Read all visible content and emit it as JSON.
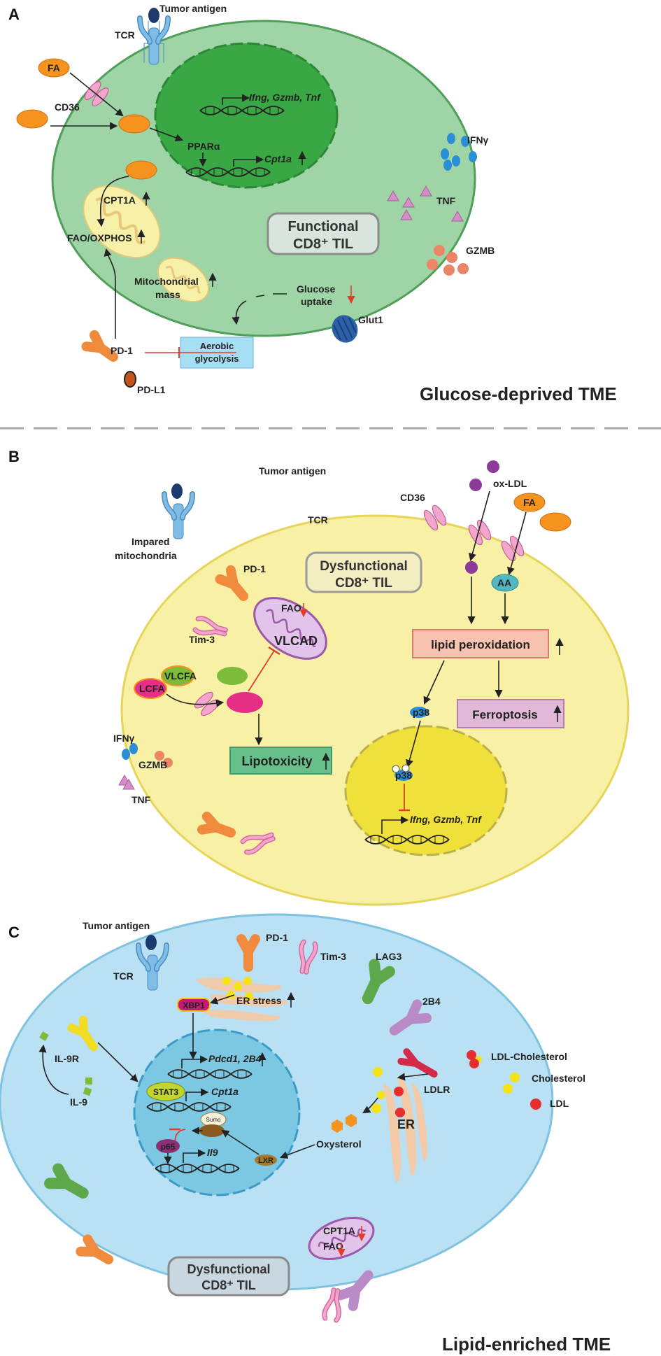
{
  "panels": {
    "a": "A",
    "b": "B",
    "c": "C"
  },
  "tme": {
    "a": "Glucose-deprived TME",
    "c": "Lipid-enriched TME"
  },
  "panel_a": {
    "tumor_antigen": "Tumor antigen",
    "tcr": "TCR",
    "fa": "FA",
    "cd36": "CD36",
    "genes_top": "Ifng, Gzmb, Tnf",
    "ppara": "PPARα",
    "cpt1a_gene": "Cpt1a",
    "cpt1a": "CPT1A",
    "fao_oxphos": "FAO/OXPHOS",
    "mito_mass_1": "Mitochondrial",
    "mito_mass_2": "mass",
    "cell_label_1": "Functional",
    "cell_label_2": "CD8⁺ TIL",
    "glucose_1": "Glucose",
    "glucose_2": "uptake",
    "glut1": "Glut1",
    "pd1": "PD-1",
    "pdl1": "PD-L1",
    "aerobic_1": "Aerobic",
    "aerobic_2": "glycolysis",
    "ifng": "IFNγ",
    "tnf": "TNF",
    "gzmb": "GZMB"
  },
  "panel_b": {
    "tumor_antigen": "Tumor antigen",
    "tcr": "TCR",
    "cd36": "CD36",
    "oxldl": "ox-LDL",
    "fa": "FA",
    "aa": "AA",
    "impared_1": "Impared",
    "impared_2": "mitochondria",
    "pd1": "PD-1",
    "tim3": "Tim-3",
    "fao": "FAO",
    "vlcad": "VLCAD",
    "cell_label_1": "Dysfunctional",
    "cell_label_2": "CD8⁺ TIL",
    "lipid_perox": "lipid peroxidation",
    "ferroptosis": "Ferroptosis",
    "lcfa": "LCFA",
    "vlcfa": "VLCFA",
    "lipotoxicity": "Lipotoxicity",
    "p38": "p38",
    "p38_nuc": "p38",
    "genes": "Ifng, Gzmb, Tnf",
    "ifng": "IFNγ",
    "gzmb": "GZMB",
    "tnf": "TNF"
  },
  "panel_c": {
    "tumor_antigen": "Tumor antigen",
    "tcr": "TCR",
    "pd1": "PD-1",
    "tim3": "Tim-3",
    "lag3": "LAG3",
    "b2b4": "2B4",
    "xbp1": "XBP1",
    "er_stress": "ER stress",
    "il9r": "IL-9R",
    "il9": "IL-9",
    "genes_pd": "Pdcd1, 2B4",
    "stat3": "STAT3",
    "cpt1a_gene": "Cpt1a",
    "sumo": "Sumo",
    "p65": "p65",
    "il9_gene": "Il9",
    "lxr": "LXR",
    "oxysterol": "Oxysterol",
    "er": "ER",
    "ldlr": "LDLR",
    "ldl_chol": "LDL-Cholesterol",
    "cholesterol": "Cholesterol",
    "ldl": "LDL",
    "cpt1a": "CPT1A",
    "fao": "FAO",
    "cell_label_1": "Dysfunctional",
    "cell_label_2": "CD8⁺ TIL"
  },
  "colors": {
    "cell_a": "#9fd4a6",
    "nucleus_a": "#3aa745",
    "cell_b": "#f7f0a5",
    "nucleus_b": "#f0e13a",
    "cell_c": "#b9e0f3",
    "nucleus_c": "#7cc7e2",
    "fatty_acid": "#f5931e",
    "receptor_pink": "#ef9ac6",
    "pd1": "#f08b3d",
    "tcr": "#7fbde6",
    "lag3": "#5da84a",
    "b2b4": "#b98ac6",
    "red_arrow": "#e33b2c"
  }
}
